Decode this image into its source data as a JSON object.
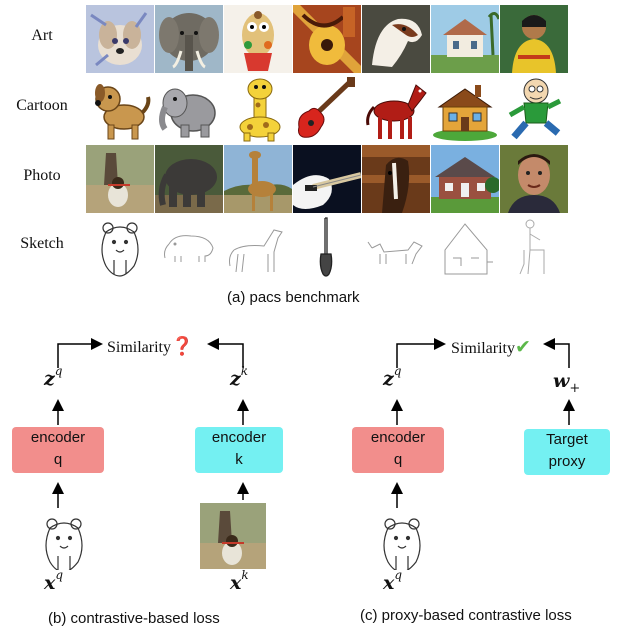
{
  "grid": {
    "rows": [
      "Art",
      "Cartoon",
      "Photo",
      "Sketch"
    ],
    "columns": [
      "dog",
      "elephant",
      "giraffe",
      "guitar",
      "horse",
      "house",
      "person"
    ]
  },
  "caption_a": "(a) pacs benchmark",
  "panel_b": {
    "similarity": "Similarity",
    "similarity_mark": "❓",
    "z_q": "z",
    "z_q_sup": "q",
    "z_k": "z",
    "z_k_sup": "k",
    "encoder_q": [
      "encoder",
      "q"
    ],
    "encoder_k": [
      "encoder",
      "k"
    ],
    "x_q": "x",
    "x_q_sup": "q",
    "x_k": "x",
    "x_k_sup": "k",
    "caption": "(b) contrastive-based loss"
  },
  "panel_c": {
    "similarity": "Similarity",
    "similarity_mark": "✔",
    "z_q": "z",
    "z_q_sup": "q",
    "w": "w",
    "w_sub": "+",
    "encoder_q": [
      "encoder",
      "q"
    ],
    "target": [
      "Target",
      "proxy"
    ],
    "x_q": "x",
    "x_q_sup": "q",
    "caption": "(c) proxy-based contrastive loss"
  },
  "colors": {
    "encoder_red": "#f28e8c",
    "encoder_cyan": "#74f0f2",
    "question_mark": "#e0301e",
    "check_mark": "#5cb84a"
  }
}
